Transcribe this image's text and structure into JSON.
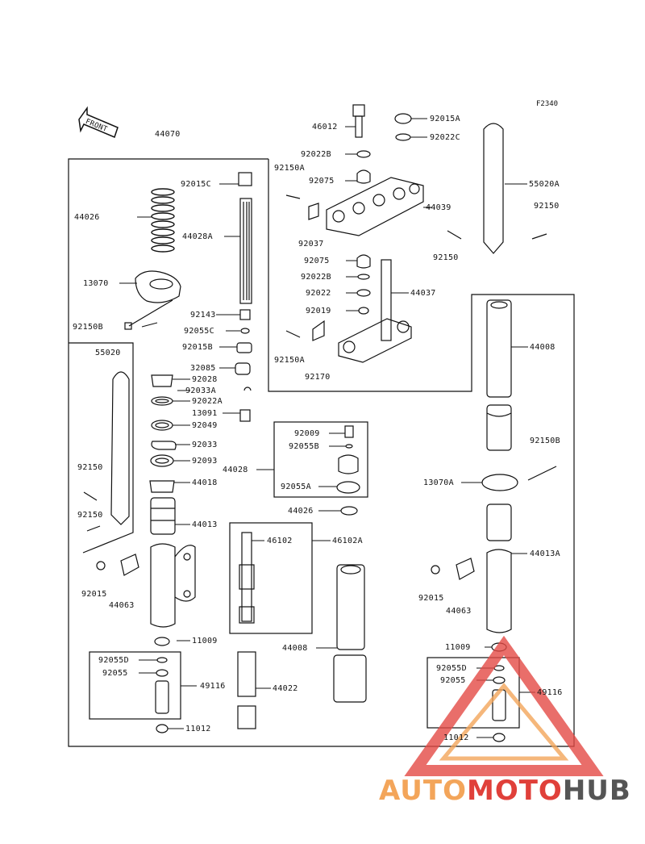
{
  "diagram": {
    "figure_code": "F2340",
    "front_label": "FRONT",
    "labels": {
      "l44070": "44070",
      "l92015C": "92015C",
      "l44026": "44026",
      "l44028A": "44028A",
      "l13070": "13070",
      "l92143": "92143",
      "l92150B_left": "92150B",
      "l92055C": "92055C",
      "l92015B": "92015B",
      "l55020": "55020",
      "l32085": "32085",
      "l92028": "92028",
      "l92033A": "92033A",
      "l92022A": "92022A",
      "l13091": "13091",
      "l92049": "92049",
      "l92033": "92033",
      "l92093": "92093",
      "l44018": "44018",
      "l92150_l1": "92150",
      "l92150_l2": "92150",
      "l44013": "44013",
      "l92015_left": "92015",
      "l44063_left": "44063",
      "l11009_left": "11009",
      "l92055D_left": "92055D",
      "l92055_left": "92055",
      "l49116_left": "49116",
      "l11012_left": "11012",
      "l46012": "46012",
      "l92015A": "92015A",
      "l92022C": "92022C",
      "l92022B_top": "92022B",
      "l92150A_top": "92150A",
      "l92075_top": "92075",
      "l44039": "44039",
      "l92037": "92037",
      "l92075_mid": "92075",
      "l92022B_mid": "92022B",
      "l92022": "92022",
      "l44037": "44037",
      "l92019": "92019",
      "l92150A_low": "92150A",
      "l92170": "92170",
      "l55020A": "55020A",
      "l92150_r1": "92150",
      "l92150_r2": "92150",
      "l44008_top": "44008",
      "l92009": "92009",
      "l92055B": "92055B",
      "l44028": "44028",
      "l92055A": "92055A",
      "l92150B_right": "92150B",
      "l13070A": "13070A",
      "l46102": "46102",
      "l46102A": "46102A",
      "l44008_low": "44008",
      "l44022": "44022",
      "l44013A": "44013A",
      "l92015_right": "92015",
      "l44063_right": "44063",
      "l11009_right": "11009",
      "l92055D_right": "92055D",
      "l92055_right": "92055",
      "l49116_right": "49116",
      "l11012_right": "11012"
    }
  },
  "watermark": {
    "part1": "AUTO",
    "part2": "MOTO",
    "part3": "HUB"
  }
}
